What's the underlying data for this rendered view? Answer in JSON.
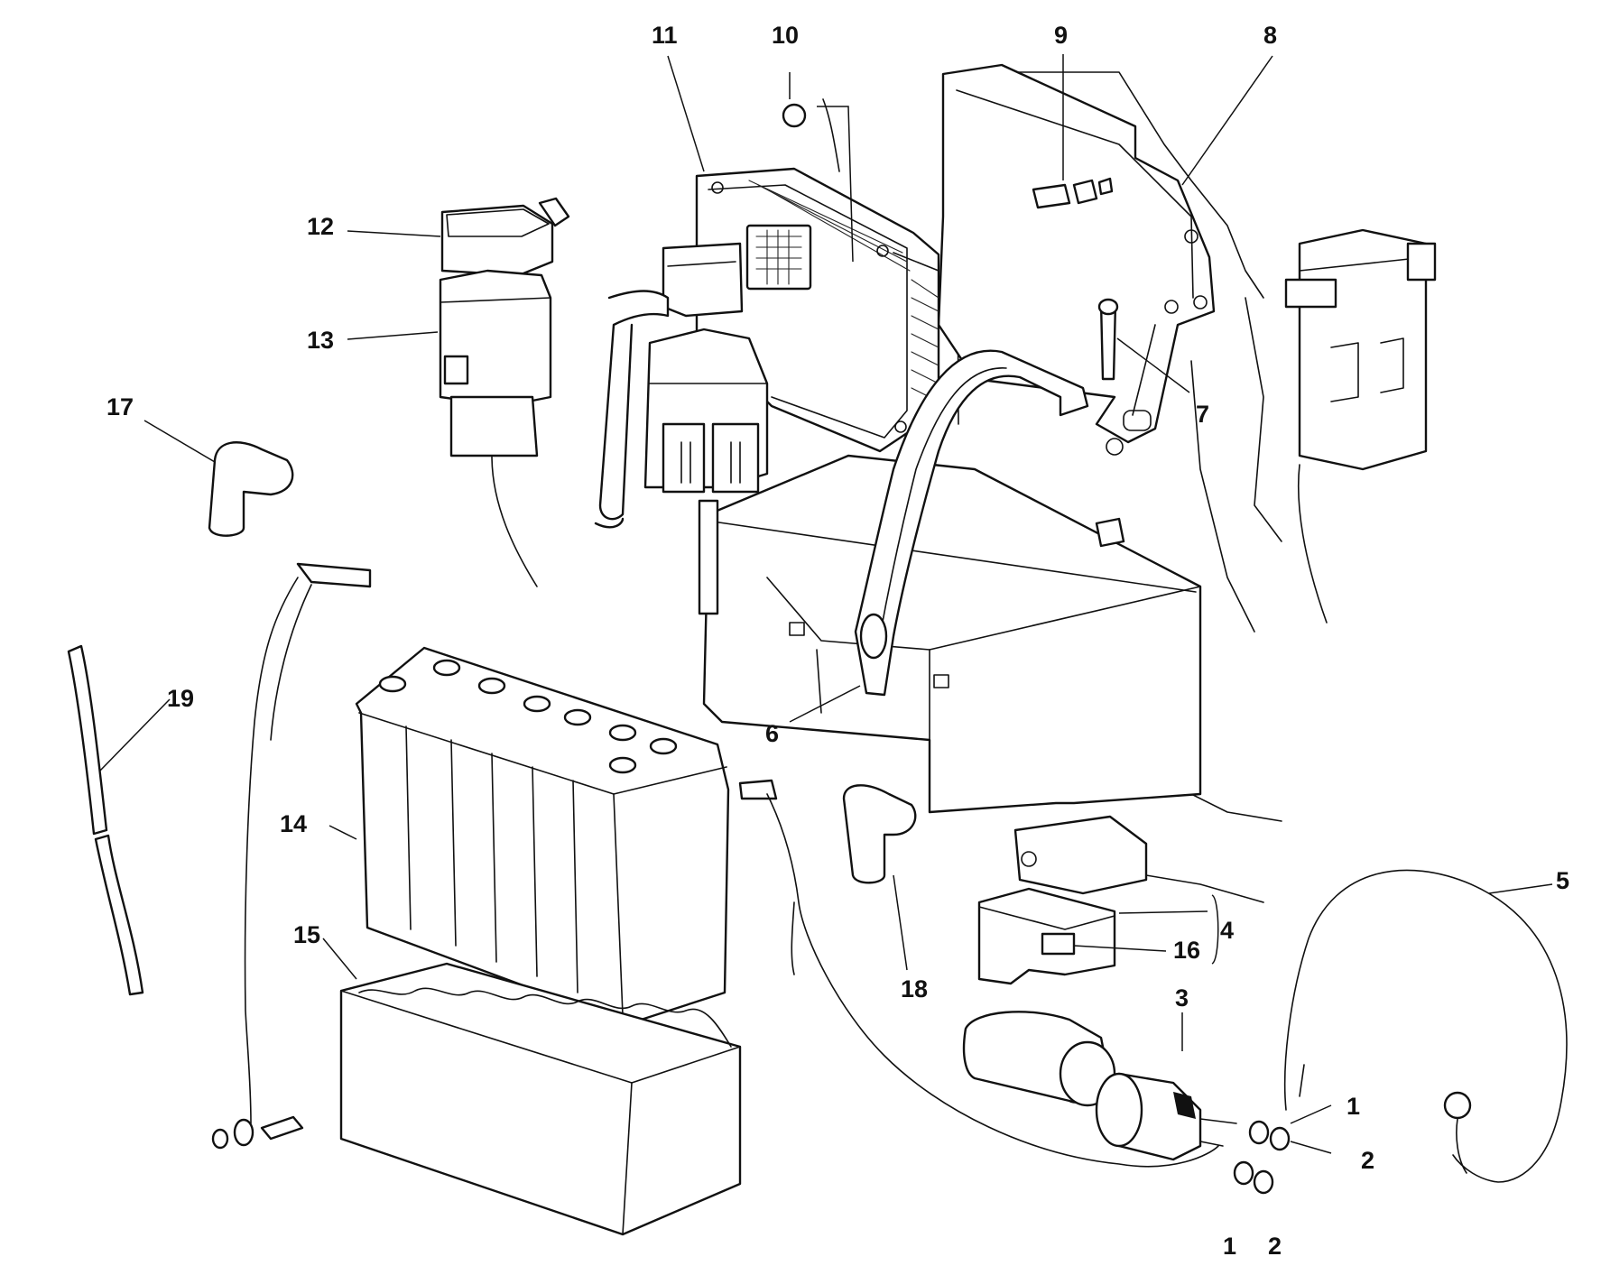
{
  "callouts": [
    {
      "id": "c1a",
      "text": "1"
    },
    {
      "id": "c1b",
      "text": "1"
    },
    {
      "id": "c2a",
      "text": "2"
    },
    {
      "id": "c2b",
      "text": "2"
    },
    {
      "id": "c3",
      "text": "3"
    },
    {
      "id": "c4",
      "text": "4"
    },
    {
      "id": "c5",
      "text": "5"
    },
    {
      "id": "c6",
      "text": "6"
    },
    {
      "id": "c7",
      "text": "7"
    },
    {
      "id": "c8",
      "text": "8"
    },
    {
      "id": "c9",
      "text": "9"
    },
    {
      "id": "c10",
      "text": "10"
    },
    {
      "id": "c11",
      "text": "11"
    },
    {
      "id": "c12",
      "text": "12"
    },
    {
      "id": "c13",
      "text": "13"
    },
    {
      "id": "c14",
      "text": "14"
    },
    {
      "id": "c15",
      "text": "15"
    },
    {
      "id": "c16",
      "text": "16"
    },
    {
      "id": "c17",
      "text": "17"
    },
    {
      "id": "c18",
      "text": "18"
    },
    {
      "id": "c19",
      "text": "19"
    }
  ],
  "colors": {
    "ink": "#111111",
    "background": "#ffffff"
  }
}
